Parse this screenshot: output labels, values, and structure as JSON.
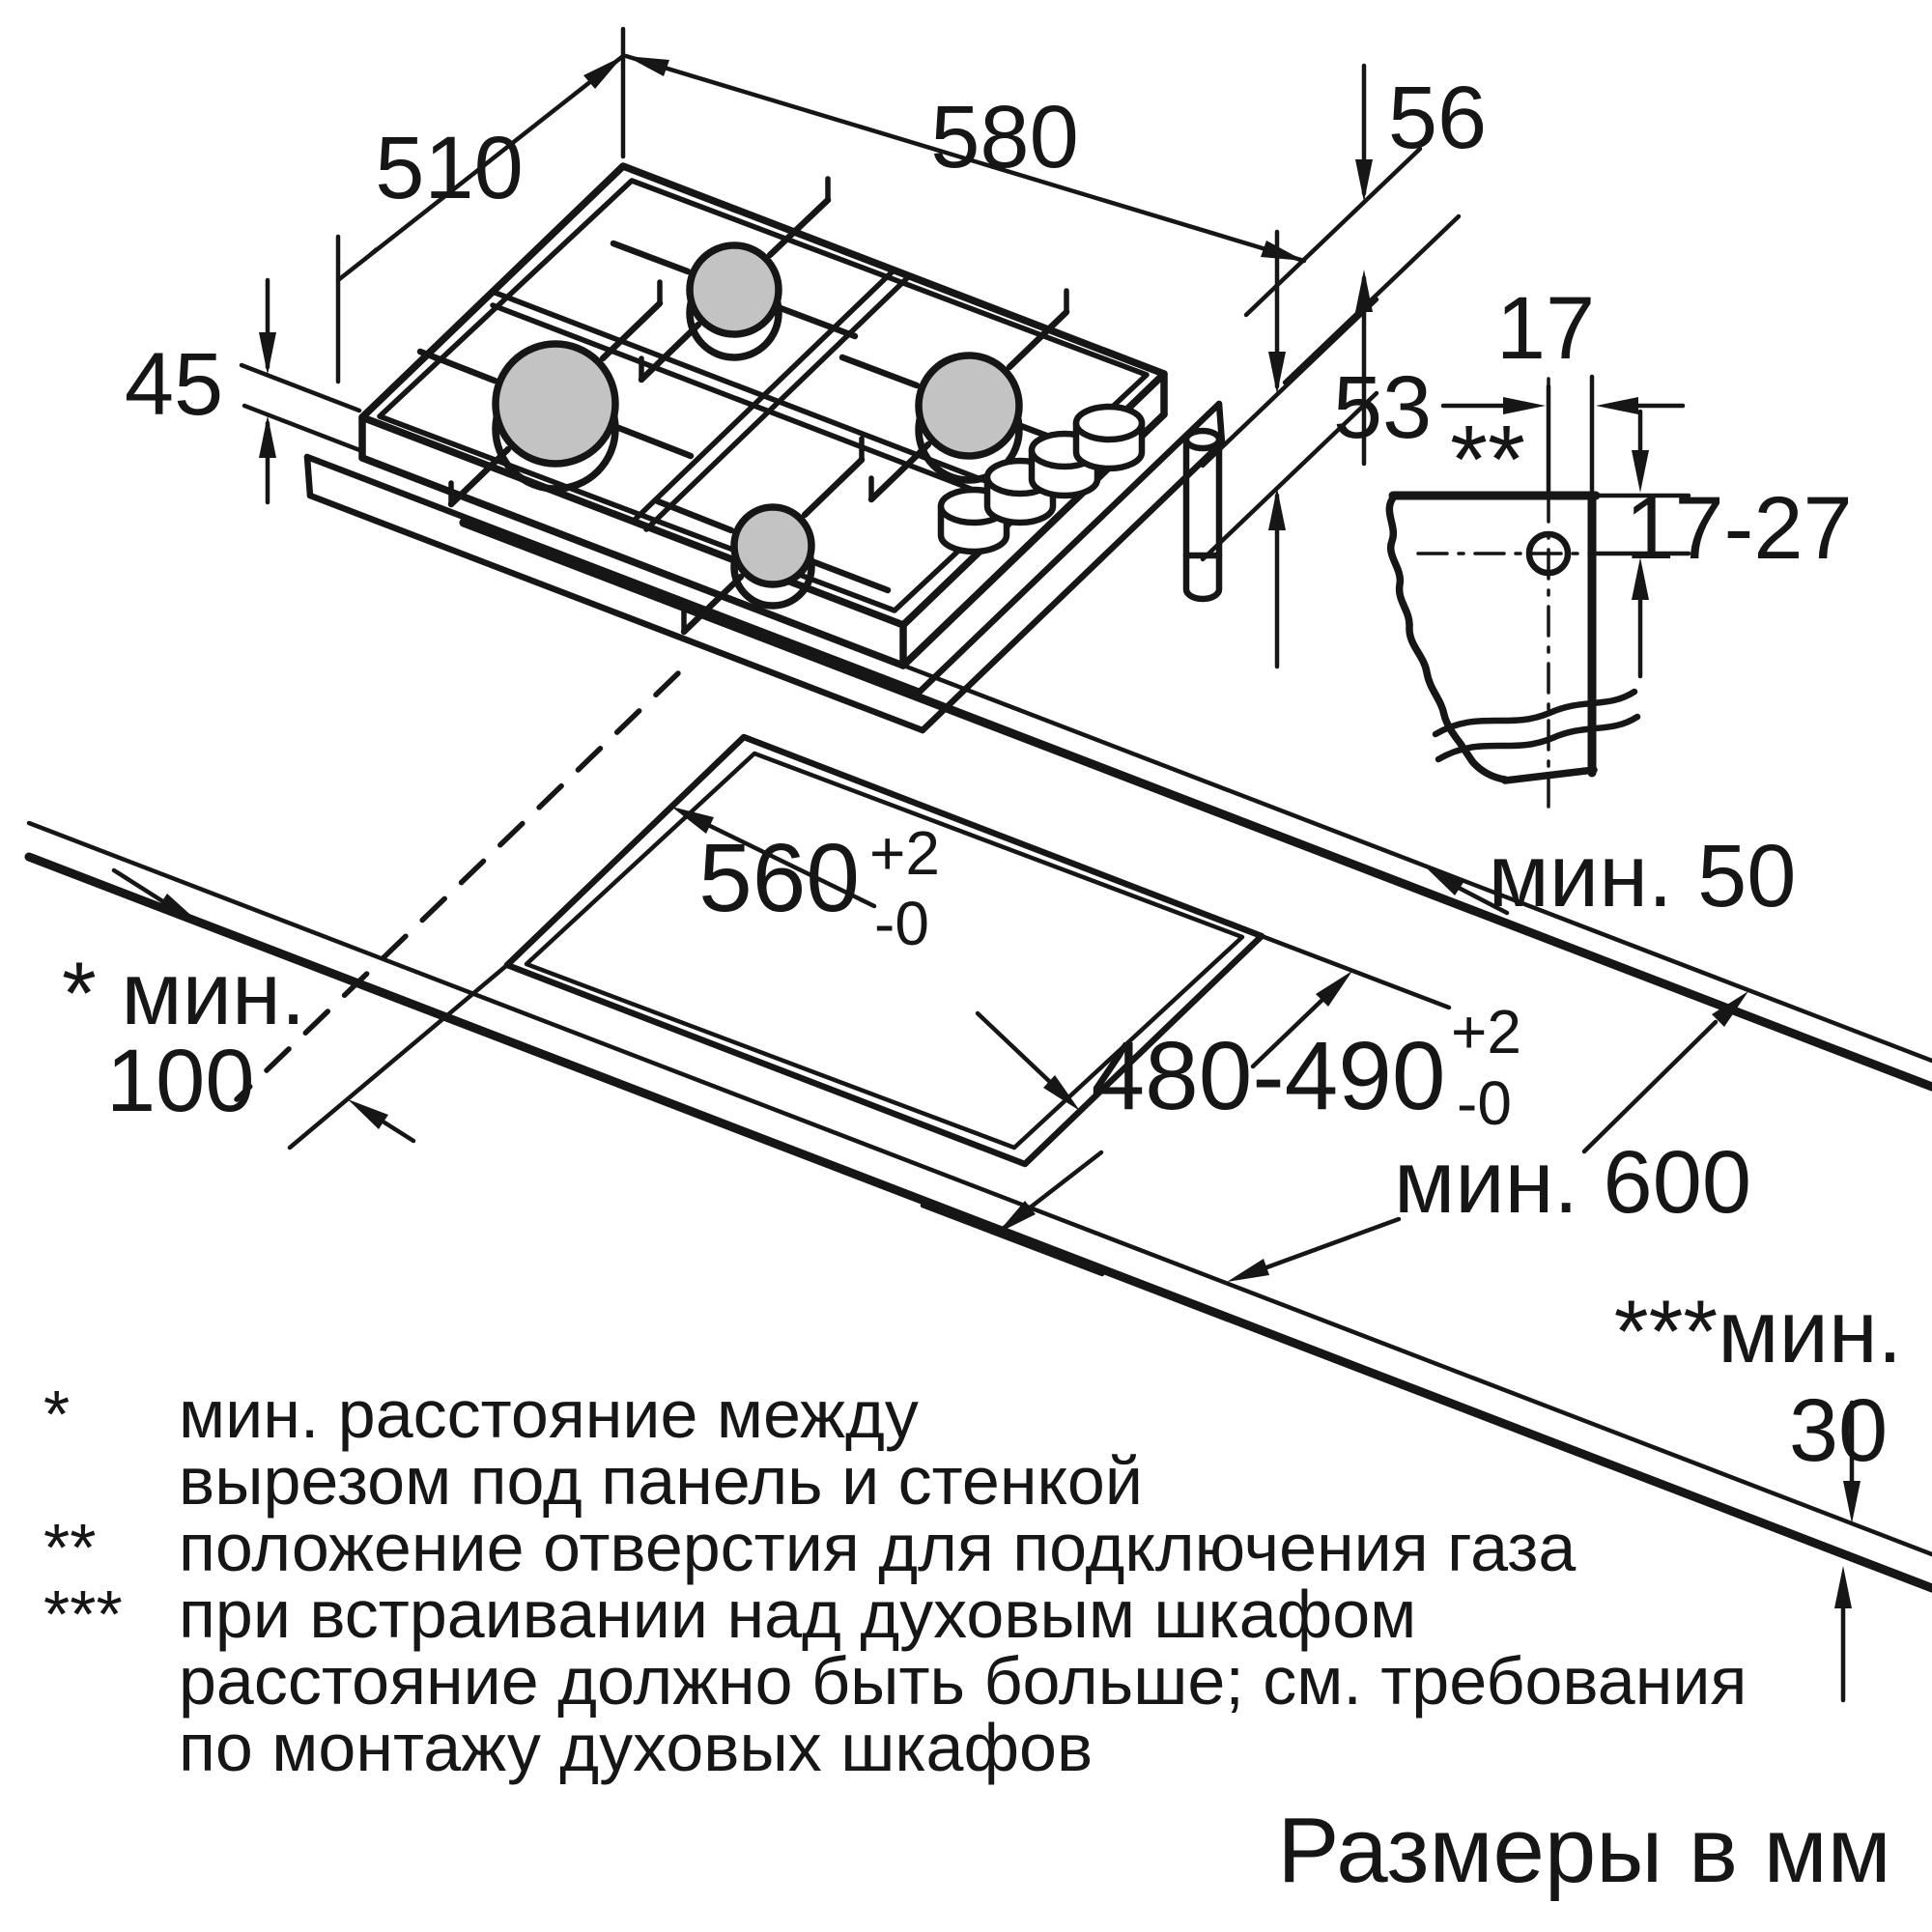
{
  "diagram_title": "gas-hob-installation-drawing",
  "caption": "Размеры в мм",
  "colors": {
    "ink": "#161616",
    "burner_fill": "#c3c3c3",
    "background": "#ffffff"
  },
  "hob_dimensions": {
    "depth": "510",
    "width": "580",
    "height_below_right": "56",
    "height_above_worktop": "45",
    "height_below_left": "53"
  },
  "detail": {
    "hole_offset": "17",
    "hole_depth_range": "17-27",
    "marker": "**"
  },
  "cutout": {
    "width": "560",
    "width_tol_plus": "+2",
    "width_tol_minus": "-0",
    "depth": "480-490",
    "depth_tol_plus": "+2",
    "depth_tol_minus": "-0"
  },
  "clearances": {
    "rear_min": "мин. 50",
    "side_min_label": "* мин.",
    "side_min_value": "100",
    "worktop_depth_min": "мин. 600",
    "wall_gap_label": "***мин.",
    "wall_gap_value": "30"
  },
  "footnotes": [
    {
      "marker": "*",
      "lines": [
        "мин. расстояние между",
        "вырезом под панель и стенкой"
      ]
    },
    {
      "marker": "**",
      "lines": [
        "положение отверстия для подключения газа"
      ]
    },
    {
      "marker": "***",
      "lines": [
        "при встраивании над духовым шкафом",
        "расстояние должно быть больше; см. требования",
        "по монтажу духовых шкафов"
      ]
    }
  ]
}
